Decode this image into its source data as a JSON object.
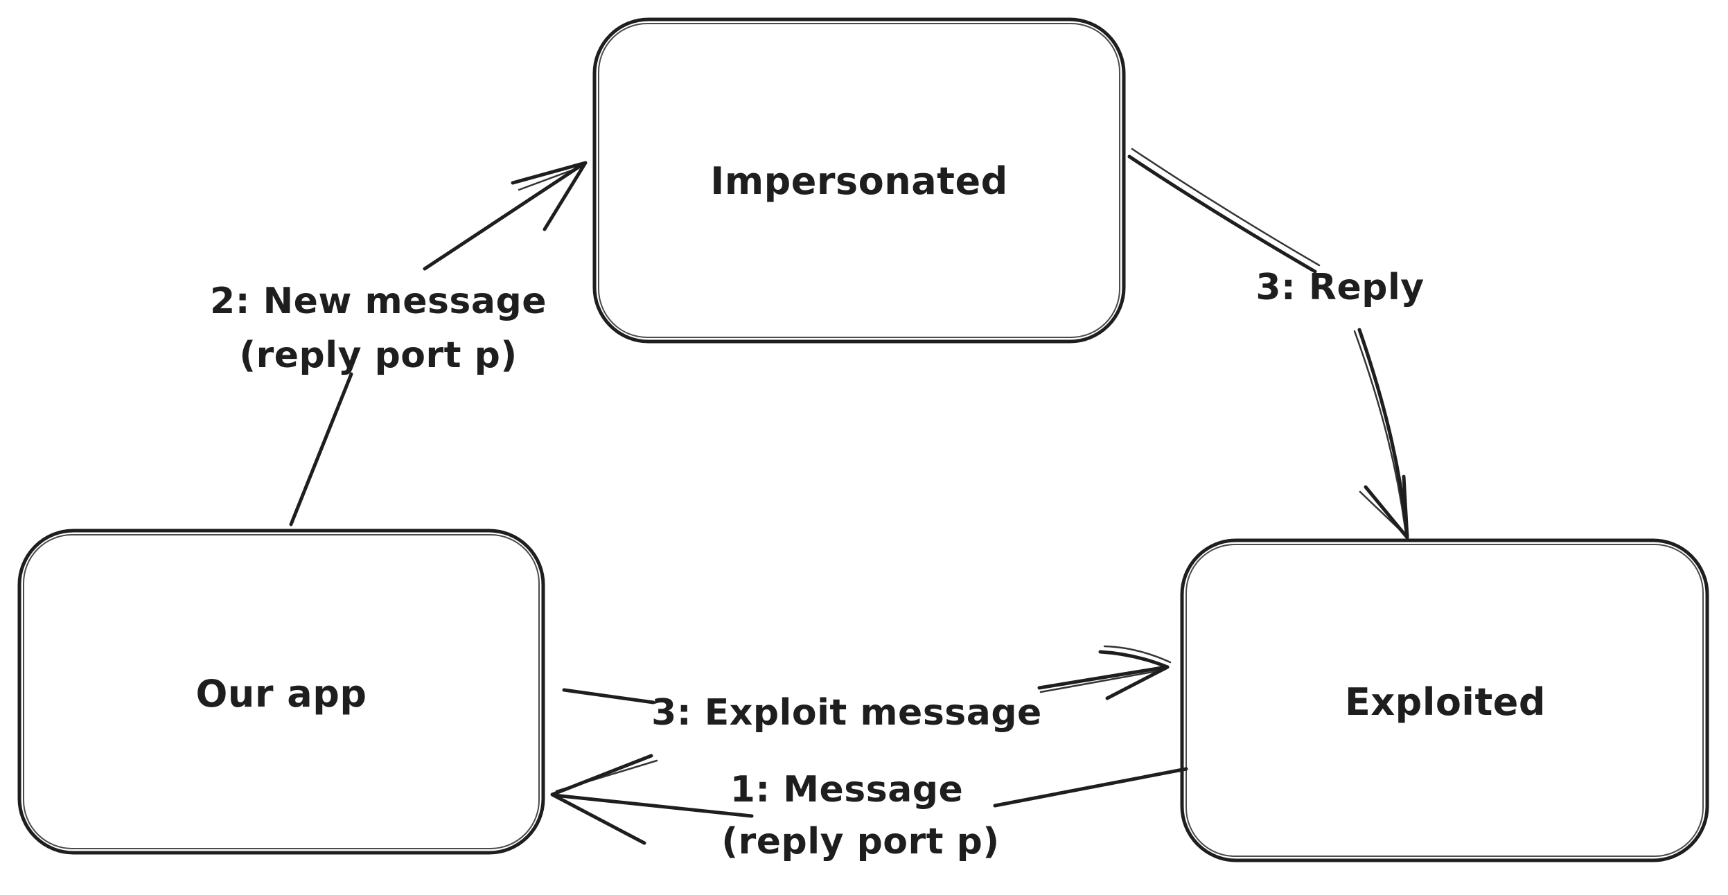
{
  "diagram": {
    "background_color": "#ffffff",
    "stroke_color": "#1e1e1e",
    "style": "hand-drawn sketch",
    "nodes": [
      {
        "id": "impersonated",
        "label": "Impersonated"
      },
      {
        "id": "our-app",
        "label": "Our app"
      },
      {
        "id": "exploited",
        "label": "Exploited"
      }
    ],
    "edges": [
      {
        "id": "new-message",
        "from": "our-app",
        "to": "impersonated",
        "label_line1": "2: New message",
        "label_line2": "(reply port p)"
      },
      {
        "id": "reply",
        "from": "impersonated",
        "to": "exploited",
        "label_line1": "3: Reply"
      },
      {
        "id": "exploit-message",
        "from": "our-app",
        "to": "exploited",
        "label_line1": "3: Exploit message"
      },
      {
        "id": "message",
        "from": "exploited",
        "to": "our-app",
        "label_line1": "1: Message",
        "label_line2": "(reply port p)"
      }
    ]
  }
}
